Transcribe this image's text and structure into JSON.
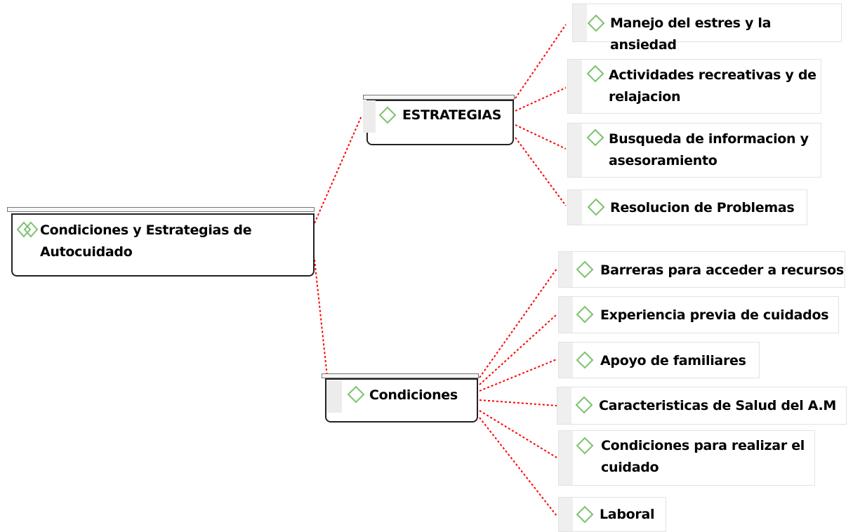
{
  "root": {
    "label": "Condiciones y Estrategias de Autocuidado"
  },
  "branches": [
    {
      "label": "ESTRATEGIAS",
      "children": [
        "Manejo del estres y la ansiedad",
        "Actividades recreativas y de relajacion",
        "Busqueda de informacion y asesoramiento",
        "Resolucion de Problemas"
      ]
    },
    {
      "label": "Condiciones",
      "children": [
        "Barreras para acceder a recursos",
        "Experiencia previa de cuidados",
        "Apoyo de familiares",
        "Caracteristicas de Salud del A.M",
        "Condiciones para realizar el cuidado",
        "Laboral"
      ]
    }
  ],
  "colors": {
    "connector": "#ff0000",
    "icon": "#7ec16e"
  },
  "icons": {
    "node": "diamond-icon",
    "root": "double-diamond-icon"
  }
}
